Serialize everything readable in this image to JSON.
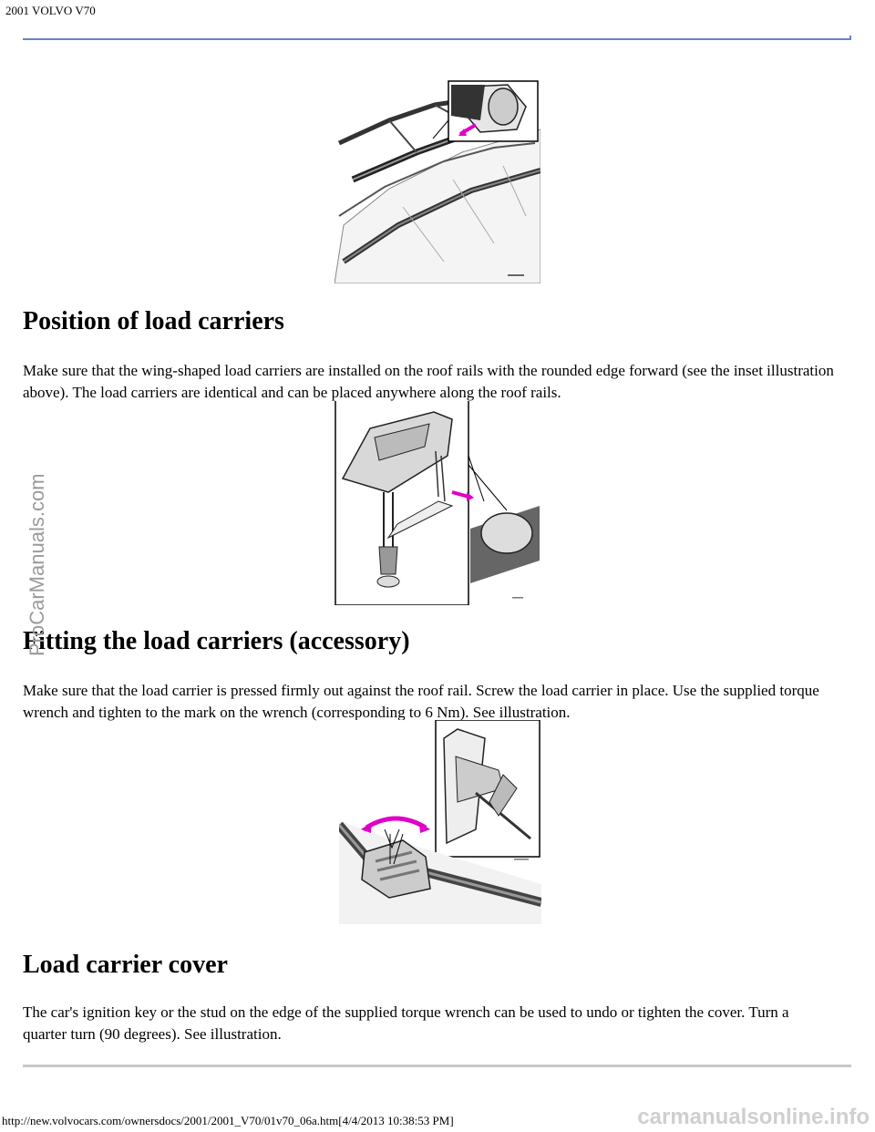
{
  "header": {
    "title": "2001 VOLVO V70"
  },
  "sections": [
    {
      "heading": "Position of load carriers",
      "body": "Make sure that the wing-shaped load carriers are installed on the roof rails with the rounded edge forward (see the inset illustration above). The load carriers are identical and can be placed anywhere along the roof rails."
    },
    {
      "heading": "Fitting the load carriers (accessory)",
      "body": "Make sure that the load carrier is pressed firmly out against the roof rail. Screw the load carrier in place. Use the supplied torque wrench and tighten to the mark on the wrench (corresponding to 6 Nm). See illustration."
    },
    {
      "heading": "Load carrier cover",
      "body": "The car's ignition key or the stud on the edge of the supplied torque wrench can be used to undo or tighten the cover. Turn a quarter turn (90 degrees). See illustration."
    }
  ],
  "footer": {
    "url": "http://new.volvocars.com/ownersdocs/2001/2001_V70/01v70_06a.htm[4/4/2013 10:38:53 PM]"
  },
  "watermarks": {
    "side": "ProCarManuals.com",
    "bottom": "carmanualsonline.info"
  },
  "colors": {
    "rule_top": "#6b82c8",
    "arrow": "#e000c8"
  },
  "illustrations": [
    "roof-rails-load-carriers-illustration",
    "fitting-load-carrier-illustration",
    "load-carrier-cover-illustration"
  ]
}
